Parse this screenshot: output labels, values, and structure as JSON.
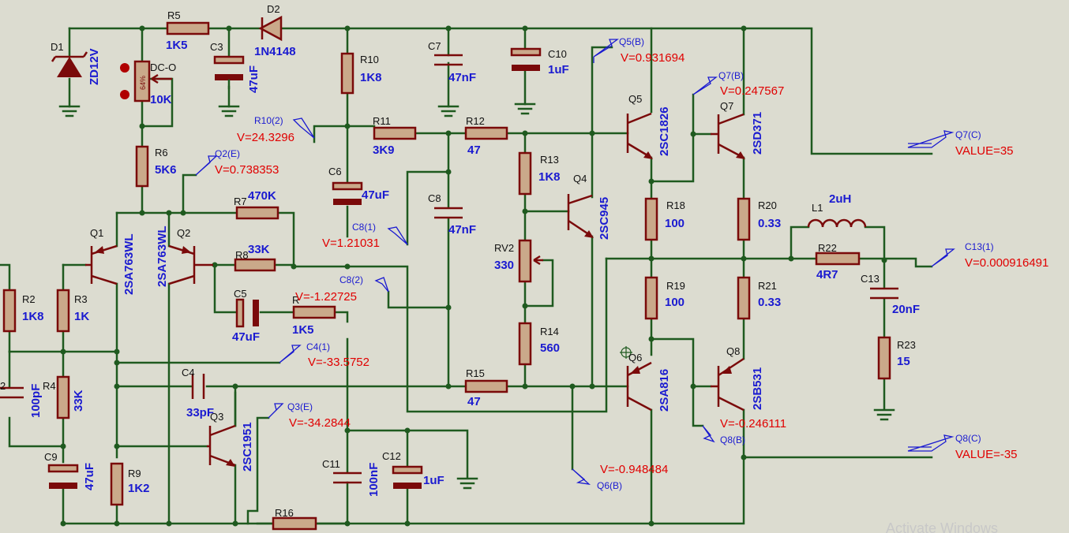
{
  "labels": {
    "D1": "D1",
    "ZD12V": "ZD12V",
    "R5": "R5",
    "R5v": "1K5",
    "D2": "D2",
    "D2v": "1N4148",
    "C3": "C3",
    "C3v": "47uF",
    "DCO": "DC-O",
    "pot": "64%",
    "potv": "10K",
    "R10": "R10",
    "R10v": "1K8",
    "C7": "C7",
    "C7v": "47nF",
    "C10": "C10",
    "C10v": "1uF",
    "Q5B": "Q5(B)",
    "Q5Bv": "V=0.931694",
    "Q7B": "Q7(B)",
    "Q7Bv": "V=0.247567",
    "Q5": "Q5",
    "Q5v": "2SC1826",
    "Q7": "Q7",
    "Q7v": "2SD371",
    "Q7C": "Q7(C)",
    "Q7Cv": "VALUE=35",
    "R10p": "R10(2)",
    "R10pv": "V=24.3296",
    "R11": "R11",
    "R11v": "3K9",
    "R12": "R12",
    "R12v": "47",
    "R6": "R6",
    "R6v": "5K6",
    "Q2E": "Q2(E)",
    "Q2Ev": "V=0.738353",
    "C6": "C6",
    "C6v": "47uF",
    "R13": "R13",
    "R13v": "1K8",
    "Q4": "Q4",
    "Q4v": "2SC945",
    "R18": "R18",
    "R18v": "100",
    "R20": "R20",
    "R20v": "0.33",
    "L1": "L1",
    "L1v": "2uH",
    "R7": "R7",
    "R7v": "470K",
    "C8": "C8",
    "C8v": "47nF",
    "C8p1": "C8(1)",
    "C8p1v": "V=1.21031",
    "Q1": "Q1",
    "Q1v": "2SA763WL",
    "Q2": "Q2",
    "Q2v": "2SA763WL",
    "R8": "R8",
    "R8v": "33K",
    "RV2": "RV2",
    "RV2v": "330",
    "R22": "R22",
    "R22v": "4R7",
    "C13p": "C13(1)",
    "C13pv": "V=0.000916491",
    "C13": "C13",
    "C13v": "20nF",
    "R2": "R2",
    "R2v": "1K8",
    "R3": "R3",
    "R3v": "1K",
    "C8p2": "C8(2)",
    "C5": "C5",
    "C5v": "47uF",
    "Rx": "R",
    "Rxv": "V=-1.22725",
    "Rxval": "1K5",
    "R19": "R19",
    "R19v": "100",
    "R21": "R21",
    "R21v": "0.33",
    "R14": "R14",
    "R14v": "560",
    "C4p": "C4(1)",
    "C4pv": "V=-33.5752",
    "R23": "R23",
    "R23v": "15",
    "Q6": "Q6",
    "Q6v": "2SA816",
    "Q8": "Q8",
    "Q8v": "2SB531",
    "C4": "C4",
    "C4v": "33pF",
    "R4": "R4",
    "R4v": "33K",
    "C2v": "100pF",
    "C2": "2",
    "R15": "R15",
    "R15v": "47",
    "Q3E": "Q3(E)",
    "Q3Ev": "V=-34.2844",
    "Q3": "Q3",
    "Q3v": "2SC1951",
    "Q8Bv": "V=-0.246111",
    "Q8B": "Q8(B)",
    "Q8C": "Q8(C)",
    "Q8Cv": "VALUE=-35",
    "C9": "C9",
    "C9v": "47uF",
    "C11": "C11",
    "C11v": "100nF",
    "C12": "C12",
    "C12v": "1uF",
    "Q6Bv": "V=-0.948484",
    "Q6B": "Q6(B)",
    "R9": "R9",
    "R9v": "1K2",
    "R16": "R16",
    "watermark": "Activate Windows"
  }
}
